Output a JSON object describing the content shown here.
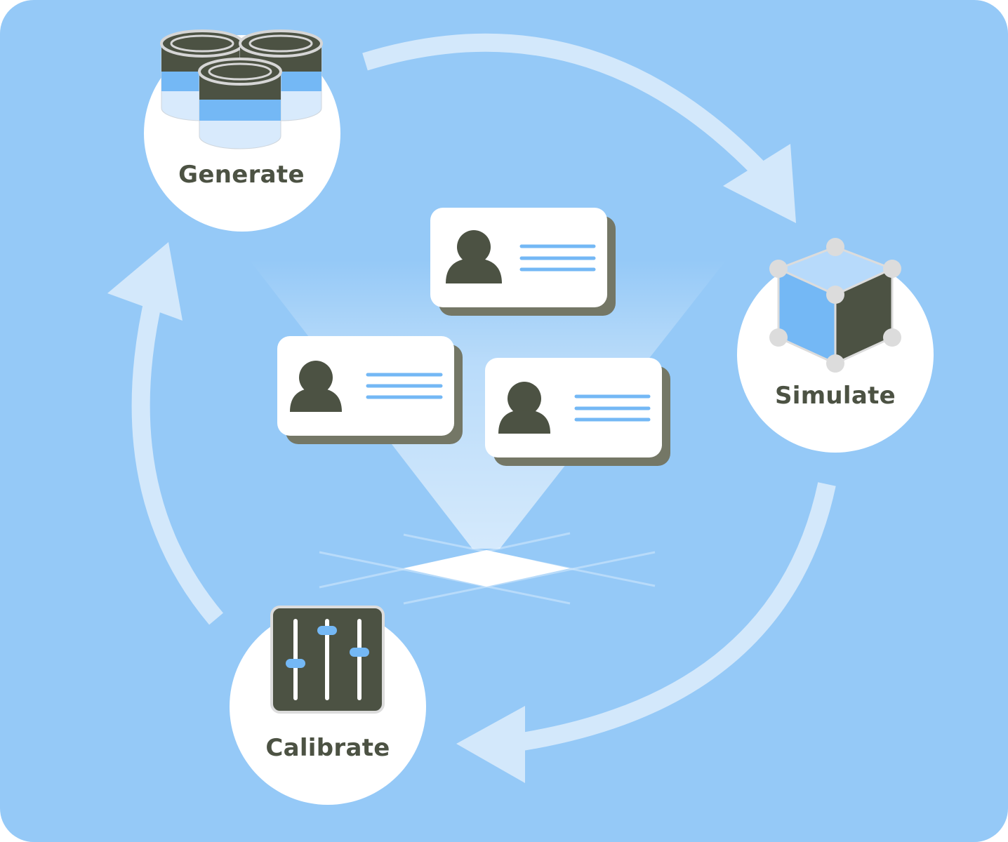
{
  "colors": {
    "background": "#95c9f7",
    "arrow": "#d3e8fb",
    "circle": "#ffffff",
    "dark": "#4c5243",
    "accent": "#74b8f5",
    "accent_light": "#b7dafb",
    "pale": "#d8eafc",
    "gray": "#dcdcdc",
    "card": "#ffffff",
    "card_shadow": "#747766"
  },
  "nodes": [
    {
      "id": "generate",
      "label": "Generate",
      "icon": "database-stack-icon"
    },
    {
      "id": "simulate",
      "label": "Simulate",
      "icon": "cube-icon"
    },
    {
      "id": "calibrate",
      "label": "Calibrate",
      "icon": "sliders-icon"
    }
  ],
  "center": {
    "cards": [
      {
        "icon": "person-icon"
      },
      {
        "icon": "person-icon"
      },
      {
        "icon": "person-icon"
      }
    ],
    "projector_icon": "hologram-base-icon"
  },
  "cycle": [
    "generate",
    "simulate",
    "calibrate",
    "generate"
  ]
}
